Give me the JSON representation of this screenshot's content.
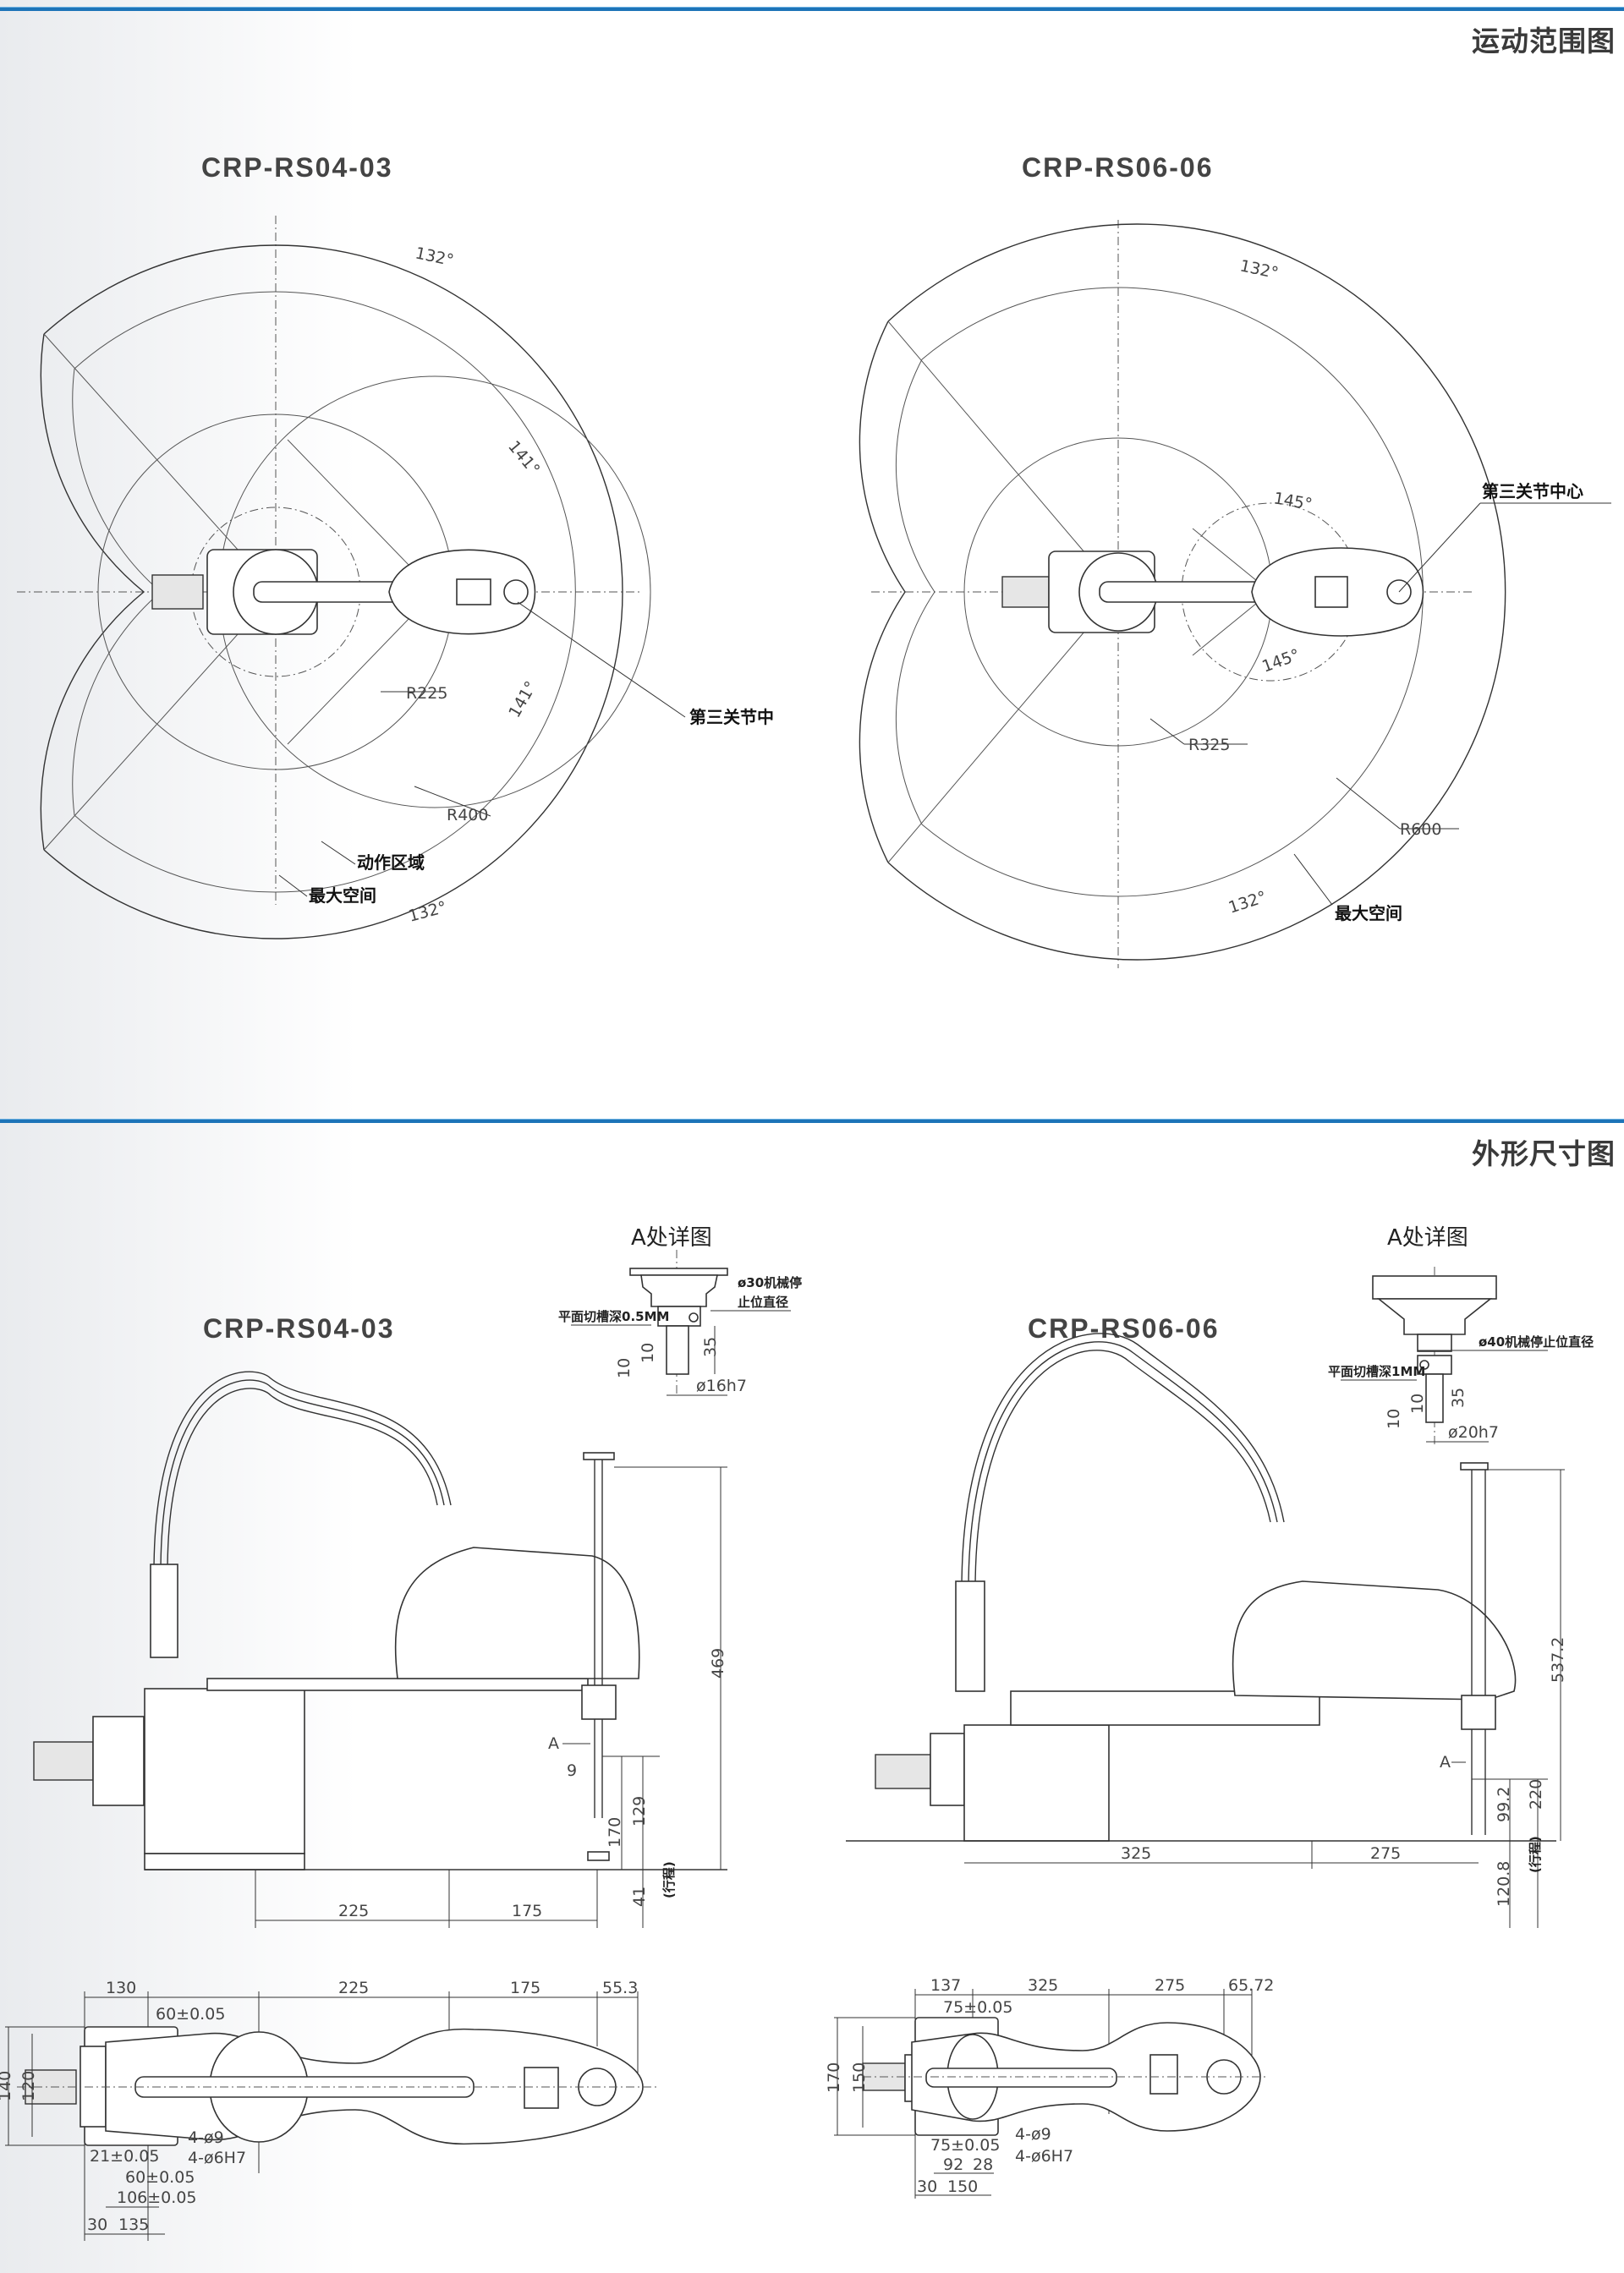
{
  "sections": {
    "motion_range": {
      "title": "运动范围图"
    },
    "dimensions": {
      "title": "外形尺寸图"
    }
  },
  "motion": {
    "left": {
      "model": "CRP-RS04-03",
      "angle_top": "132°",
      "angle_j2_top": "141°",
      "angle_j2_bottom": "141°",
      "angle_bottom": "132°",
      "r_inner": "R225",
      "r_outer": "R400",
      "label_joint3": "第三关节中",
      "label_work_area": "动作区域",
      "label_max_space": "最大空间"
    },
    "right": {
      "model": "CRP-RS06-06",
      "angle_top": "132°",
      "angle_j2_top": "145°",
      "angle_j2_bottom": "145°",
      "angle_bottom": "132°",
      "r_inner": "R325",
      "r_outer": "R600",
      "label_joint3": "第三关节中心",
      "label_max_space": "最大空间"
    }
  },
  "dims": {
    "left": {
      "model": "CRP-RS04-03",
      "detail": {
        "title": "A处详图",
        "stop_dia": "ø30机械停",
        "stop_dia2": "止位直径",
        "groove": "平面切槽深0.5MM",
        "d1": "10",
        "d2": "10",
        "d3": "35",
        "shaft": "ø16h7"
      },
      "side": {
        "height": "469",
        "a_mark": "A",
        "nine": "9",
        "d129": "129",
        "d170": "170",
        "stroke": "(行程)",
        "d41": "41",
        "l1": "225",
        "l2": "175"
      },
      "top": {
        "w1": "130",
        "w2": "225",
        "w3": "175",
        "w4": "55.3",
        "tol1": "60±0.05",
        "h1": "140",
        "h2": "120",
        "holes1": "4-ø9",
        "holes2": "4-ø6H7",
        "tol2": "21±0.05",
        "tol3": "60±0.05",
        "tol4": "106±0.05",
        "b1": "30",
        "b2": "135"
      }
    },
    "right": {
      "model": "CRP-RS06-06",
      "detail": {
        "title": "A处详图",
        "stop_dia": "ø40机械停止位直径",
        "groove": "平面切槽深1MM",
        "d1": "10",
        "d2": "10",
        "d3": "35",
        "shaft": "ø20h7"
      },
      "side": {
        "height": "537.2",
        "a_mark": "A",
        "d99": "99.2",
        "d220": "220",
        "stroke": "(行程)",
        "d120": "120.8",
        "l1": "325",
        "l2": "275"
      },
      "top": {
        "w1": "137",
        "w2": "325",
        "w3": "275",
        "w4": "65.72",
        "tol1": "75±0.05",
        "h1": "170",
        "h2": "150",
        "holes1": "4-ø9",
        "holes2": "4-ø6H7",
        "tol2": "75±0.05",
        "b1": "92",
        "b2": "28",
        "b3": "30",
        "b4": "150"
      }
    }
  },
  "colors": {
    "accent": "#1d74b8"
  }
}
